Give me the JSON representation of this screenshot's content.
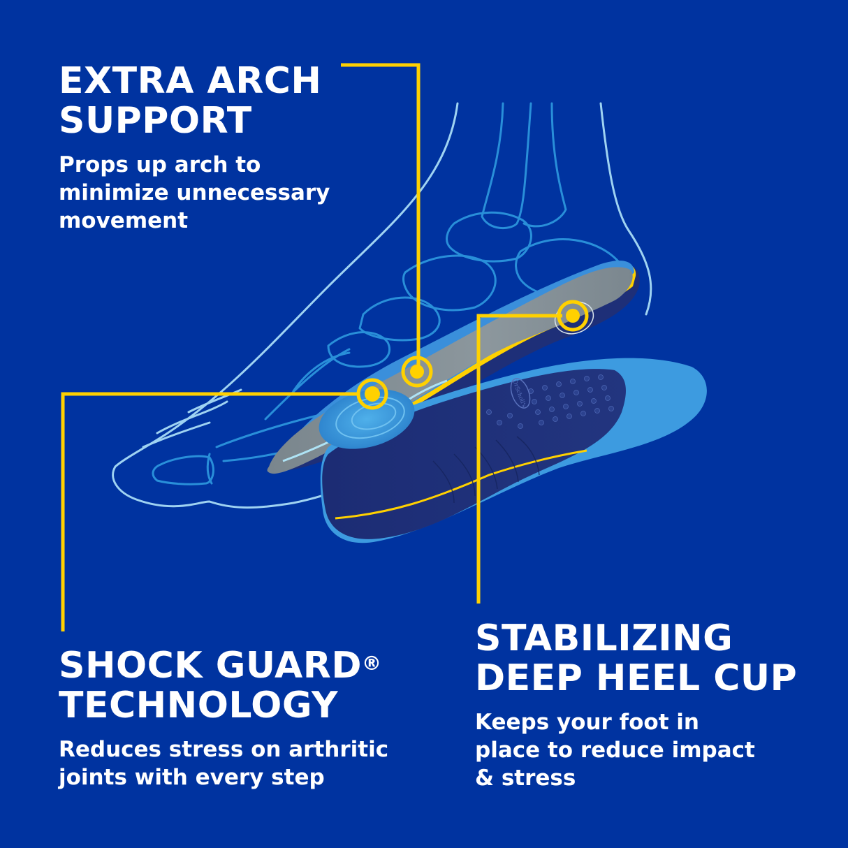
{
  "colors": {
    "background": "#0033A0",
    "callout_line": "#FFD100",
    "foot_outline": "#9FD3F2",
    "bone_outline": "#2E9AE0",
    "insole_top_gray": "#7E8A92",
    "insole_light_blue": "#3D9BE0",
    "insole_navy": "#1E2F78"
  },
  "features": [
    {
      "id": "arch",
      "title_lines": [
        "EXTRA ARCH",
        "SUPPORT"
      ],
      "description_lines": [
        "Props up arch to",
        "minimize unnecessary",
        "movement"
      ]
    },
    {
      "id": "shock",
      "title_lines": [
        "SHOCK GUARD",
        "TECHNOLOGY"
      ],
      "title_mark": "®",
      "description_lines": [
        "Reduces stress on arthritic",
        "joints with every step"
      ]
    },
    {
      "id": "heel",
      "title_lines": [
        "STABILIZING",
        "DEEP HEEL CUP"
      ],
      "description_lines": [
        "Keeps your foot in",
        "place to reduce impact",
        "& stress"
      ]
    }
  ],
  "insole_brand_text": "DrScholl's"
}
